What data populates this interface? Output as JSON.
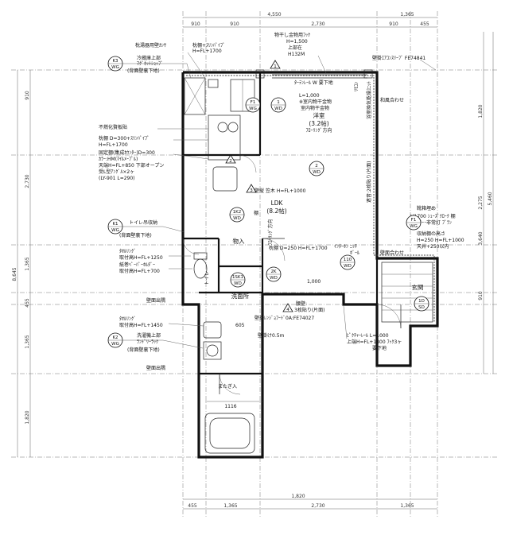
{
  "dimensions": {
    "top_overall": "4,550",
    "top_total_right": "1,365",
    "top_segments": [
      "910",
      "910",
      "2,730",
      "910",
      "455"
    ],
    "bottom_segments": [
      "455",
      "1,365",
      "1,820",
      "2,730",
      "1,365"
    ],
    "left_overall": "8,645",
    "left_segments": [
      "910",
      "2,730",
      "1,365",
      "455",
      "1,365",
      "1,820"
    ],
    "right_segments": [
      "1,820",
      "2,275",
      "5,460",
      "3,640",
      "910"
    ]
  },
  "rooms": {
    "ldk_name": "LDK",
    "ldk_size": "(8.2帖)",
    "western_name": "洋室",
    "western_size": "(3.2帖)",
    "western_sub": "ﾌﾛｰﾘﾝｸﾞ方向",
    "washroom": "洗面所",
    "entrance": "玄関",
    "storage": "物入",
    "step_over": "またぎ入",
    "bath": "1116",
    "toilet": "トイレ",
    "ldk_floor": "ﾌﾛｰﾘﾝｸﾞ方向",
    "shelf_ldk": "棚"
  },
  "annotations": {
    "top_note1": "枕湯器用壁ｶﾝｻ",
    "top_note2": "枕棚+ｽﾘﾝﾊﾟｲﾌﾟ",
    "top_note3": "H=FL+1700",
    "top_note4": "物干し金物用ﾌｯｸ",
    "top_note5": "H=1,500",
    "top_note6": "上部在",
    "top_note7": "H132M",
    "top_note8": "壁掛ｴｱｺﾝｽﾘｰﾌﾞ FE74841",
    "k3_text1": "冷蔵庫上部",
    "k3_text2": "ﾏｸﾞﾈｯﾄｼｮｯﾌﾟ",
    "k3_text3": "(背面壁裏下地)",
    "note_non_combustible": "不燃化贅板貼",
    "note_shelf1": "枕棚 D=300+ｽﾘﾝﾊﾟｲﾌﾟ",
    "note_shelf2": "H=FL+1700",
    "note_fixed1": "固定棚(集成ｶｳﾝﾀｰ)D=300",
    "note_fixed2": "ｶﾗｰ:HM(ﾏｲﾙﾒｰﾌﾟﾙ)",
    "note_fixed3": "天端H=FL+850 下部オープン",
    "note_fixed4": "受L型ｱﾝｸﾞﾙ×2ヶ",
    "note_fixed5": "(LY-901 L=290)",
    "k1_text1": "トイレ吊収納",
    "k1_text2": "(背面壁裏下地)",
    "towel1": "ﾀｵﾙﾘﾝｸﾞ",
    "towel2": "取付高H=FL+1250",
    "paper1": "紙巻ﾍﾟｰﾊﾟｰﾎﾙﾀﾞｰ",
    "paper2": "取付高H=FL+700",
    "towel3": "ﾀｵﾙﾘﾝｸﾞ",
    "towel4": "取付高H=FL+1450",
    "k2_text1": "洗濯機上部",
    "k2_text2": "ﾗﾝﾄﾞﾘｰﾗｯｸ",
    "k2_text3": "(背面壁裏下地)",
    "wall_corner": "壁面出隅",
    "ceiling_rail": "ﾀｰﾃﾝﾚｰﾙ W 要下地",
    "ceiling_note": "L=1,000",
    "room_hook1": "※室内物干金物",
    "room_hook2": "室内物干金物",
    "wall_note_shoe": "壁縦 笠木 H=FL+1000",
    "shelf_250": "枕棚 D=250 H=FL+1700",
    "wall_tile1": "腰壁:",
    "wall_tile2": "3枚貼り(片面)",
    "wall_tile3": "壁掛ﾚﾝｼﾞｮﾌｰﾄﾞ0A:FE74027",
    "shoe_box1": "靴箱埋め",
    "shoe_box2": "H1700 ｼｭｰｽﾞｸﾛｰｸ 棚",
    "shoe_box3": "ﾐﾗｰ･非常灯 ﾌﾟﾗﾝ",
    "shoe_box4": "収納棚の高さ",
    "shoe_box5": "H=250 H=FL+1000",
    "shoe_box6": "天井+250以内",
    "interphone": "ｲﾝﾀｰﾎﾝ ﾆｯﾁ",
    "interphone2": "ﾎﾞｰﾙ",
    "picture_rail1": "ﾋﾟｸﾁｬｰﾚｰﾙ L=1000",
    "picture_rail2": "上端H=FL+1800 ﾌｯｸ3ヶ",
    "picture_rail3": "要下地",
    "wall_note_right": "和風合わせ",
    "wall_note_right2": "壁面合わせ",
    "side_note1": "浴室換気乾燥ﾕﾆｯﾄ",
    "side_note2": "ﾘﾓｺﾝ",
    "side_note3": "遮音:2枚貼り(片面)",
    "step_note": "1,000",
    "dim_605": "605",
    "dim_fl": "壁掛け0.5m",
    "wall_bottom": "壁面出隅"
  },
  "tags": {
    "k3": [
      "K3",
      "WG"
    ],
    "k1": [
      "K1",
      "WG"
    ],
    "k2": [
      "K2",
      "WG"
    ],
    "f1": [
      "F1",
      "WG"
    ],
    "n1": [
      "1",
      "WD"
    ],
    "n2": [
      "2",
      "WD"
    ],
    "n1k2": [
      "1K2",
      "WD"
    ],
    "n1sk1": [
      "1SK1",
      "WD"
    ],
    "n2k": [
      "2K",
      "WD"
    ],
    "n110": [
      "110",
      "WD"
    ],
    "n1d": [
      "1D",
      "SD"
    ],
    "f1r": [
      "F1",
      "WG"
    ]
  },
  "warning_numbers": [
    "1",
    "2",
    "3",
    "4"
  ]
}
